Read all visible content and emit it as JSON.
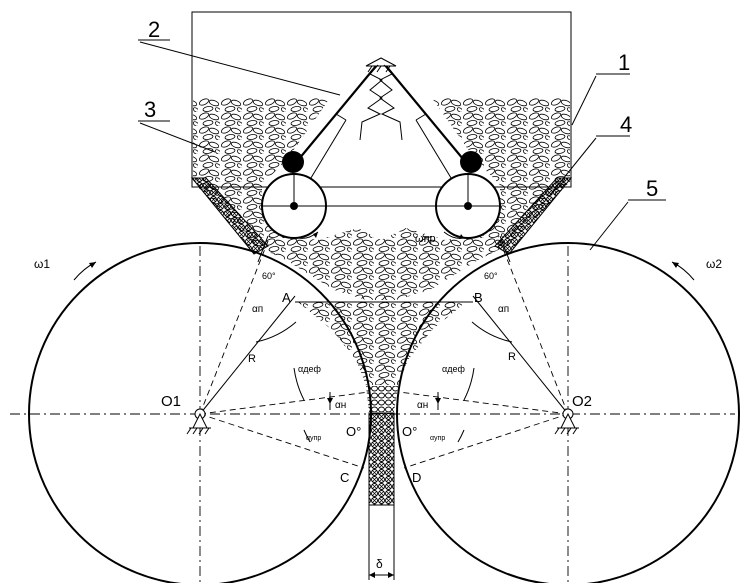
{
  "labels": {
    "part1": "1",
    "part2": "2",
    "part3": "3",
    "part4": "4",
    "part5": "5",
    "omega1": "ω1",
    "omega2": "ω2",
    "omega_pr": "ωпр",
    "angle60_left": "60°",
    "angle60_right": "60°",
    "point_a": "A",
    "point_b": "B",
    "point_c": "C",
    "point_d": "D",
    "alpha_p_left": "αп",
    "alpha_p_right": "αп",
    "alpha_def_left": "αдеф",
    "alpha_def_right": "αдеф",
    "alpha_n_left": "αн",
    "alpha_n_right": "αн",
    "alpha_upr_left": "αупр",
    "alpha_upr_right": "αупр",
    "radius_left": "R",
    "radius_right": "R",
    "center_left": "O1",
    "center_right": "O2",
    "origin_left": "O°",
    "origin_right": "O°",
    "gap": "δ"
  },
  "colors": {
    "line": "#000000",
    "background": "#ffffff"
  }
}
